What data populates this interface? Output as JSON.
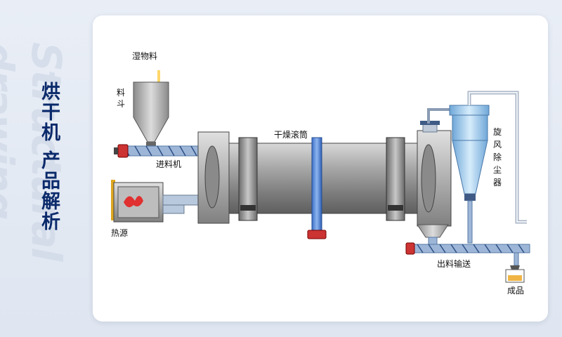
{
  "side": {
    "title": "烘干机 产品解析",
    "deco": "Structural drawing"
  },
  "diagram": {
    "labels": {
      "wet_material": "湿物料",
      "hopper": "料斗",
      "feeder": "进料机",
      "heat_source": "热源",
      "drum": "干燥滚筒",
      "cyclone": "旋风除尘器",
      "discharge": "出料输送",
      "product": "成品"
    }
  }
}
